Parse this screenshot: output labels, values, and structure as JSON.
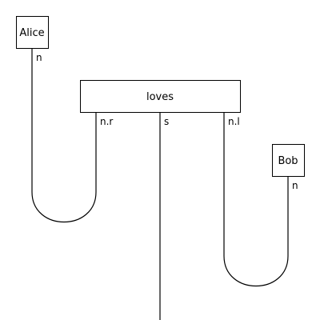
{
  "boxes": {
    "alice": "Alice",
    "loves": "loves",
    "bob": "Bob"
  },
  "types": {
    "alice_n": "n",
    "loves_nr": "n.r",
    "loves_s": "s",
    "loves_nl": "n.l",
    "bob_n": "n"
  }
}
